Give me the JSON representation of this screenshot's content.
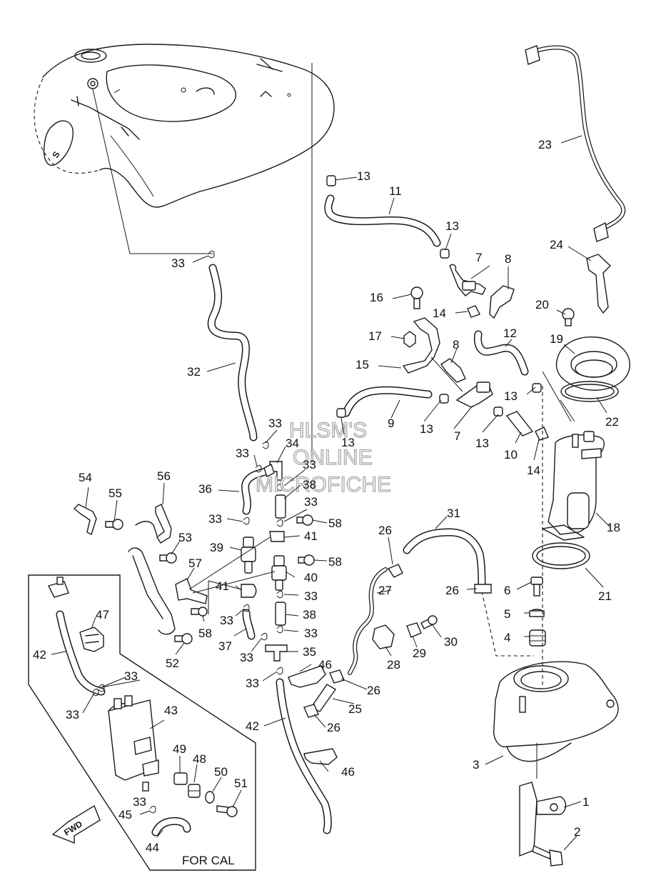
{
  "watermark": [
    "HLSM'S",
    "ONLINE",
    "MICROFICHE"
  ],
  "inset_label": "FOR CAL",
  "fwd_label": "FWD",
  "callouts": {
    "p1": "1",
    "p2": "2",
    "p3": "3",
    "p4": "4",
    "p5": "5",
    "p6": "6",
    "p7a": "7",
    "p7b": "7",
    "p8a": "8",
    "p8b": "8",
    "p9": "9",
    "p10": "10",
    "p11": "11",
    "p12": "12",
    "p13a": "13",
    "p13b": "13",
    "p13c": "13",
    "p13d": "13",
    "p13e": "13",
    "p13f": "13",
    "p14a": "14",
    "p14b": "14",
    "p15": "15",
    "p16": "16",
    "p17": "17",
    "p18": "18",
    "p19": "19",
    "p20": "20",
    "p21": "21",
    "p22": "22",
    "p23": "23",
    "p24": "24",
    "p25": "25",
    "p26a": "26",
    "p26b": "26",
    "p26c": "26",
    "p26d": "26",
    "p27": "27",
    "p28": "28",
    "p29": "29",
    "p30": "30",
    "p31": "31",
    "p32": "32",
    "p33a": "33",
    "p33b": "33",
    "p33c": "33",
    "p33d": "33",
    "p33e": "33",
    "p33f": "33",
    "p33g": "33",
    "p33h": "33",
    "p33i": "33",
    "p33j": "33",
    "p33k": "33",
    "p33l": "33",
    "p33m": "33",
    "p33n": "33",
    "p34": "34",
    "p35": "35",
    "p36": "36",
    "p37": "37",
    "p38a": "38",
    "p38b": "38",
    "p39": "39",
    "p40": "40",
    "p41a": "41",
    "p41b": "41",
    "p42a": "42",
    "p42b": "42",
    "p43": "43",
    "p44": "44",
    "p45": "45",
    "p46a": "46",
    "p46b": "46",
    "p47": "47",
    "p48": "48",
    "p49": "49",
    "p50": "50",
    "p51": "51",
    "p52": "52",
    "p53": "53",
    "p54": "54",
    "p55": "55",
    "p56": "56",
    "p57": "57",
    "p58a": "58",
    "p58b": "58",
    "p58c": "58"
  }
}
